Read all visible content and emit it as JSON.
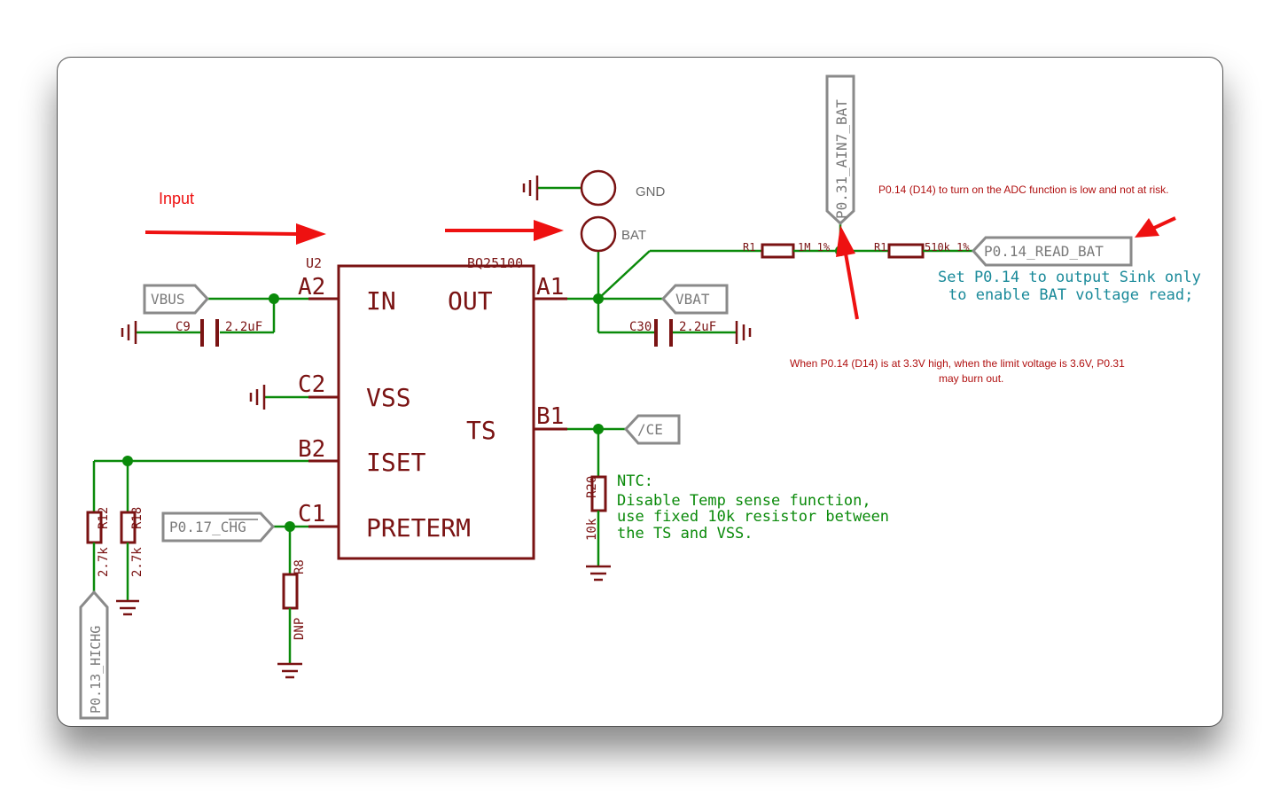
{
  "annotations": {
    "input": "Input",
    "adc_note": "P0.14 (D14) to turn on the ADC function is low and not at risk.",
    "burn_note_1": "When P0.14 (D14) is at 3.3V high, when the limit voltage is 3.6V, P0.31",
    "burn_note_2": "may burn out.",
    "sink_note_1": "Set P0.14 to output Sink only",
    "sink_note_2": "to enable BAT voltage read;",
    "ntc_1": "NTC:",
    "ntc_2": "Disable Temp sense function,",
    "ntc_3": "use fixed 10k resistor between",
    "ntc_4": "the TS and VSS."
  },
  "ic": {
    "ref": "U2",
    "part": "BQ25100",
    "pins_left": [
      {
        "ball": "A2",
        "name": "IN"
      },
      {
        "ball": "C2",
        "name": "VSS"
      },
      {
        "ball": "B2",
        "name": "ISET"
      },
      {
        "ball": "C1",
        "name": "PRETERM"
      }
    ],
    "pins_right": [
      {
        "ball": "A1",
        "name": "OUT"
      },
      {
        "ball": "B1",
        "name": "TS"
      }
    ]
  },
  "ports": {
    "vbus": "VBUS",
    "vbat": "VBAT",
    "ce": "/CE",
    "chg": "P0.17_CHG",
    "hichg": "P0.13_HICHG",
    "ain7": "P0.31_AIN7_BAT",
    "readbat": "P0.14_READ_BAT"
  },
  "pads": {
    "gnd": "GND",
    "bat": "BAT"
  },
  "components": {
    "c9_ref": "C9",
    "c9_val": "2.2uF",
    "c30_ref": "C30",
    "c30_val": "2.2uF",
    "r12_ref": "R12",
    "r12_val": "2.7k",
    "r18_ref": "R18",
    "r18_val": "2.7k",
    "r8_ref": "R8",
    "r8_val": "DNP",
    "r20_ref": "R20",
    "r20_val": "10k",
    "r1a_ref": "R1",
    "r1a_val": "1M 1%",
    "r1b_ref": "R1",
    "r1b_val": "510k 1%"
  },
  "colors": {
    "wire": "#0a8a0a",
    "part": "#7a1313",
    "port": "#8a8a8a",
    "annotation": "#ee1111",
    "note": "#1a8a9a"
  }
}
